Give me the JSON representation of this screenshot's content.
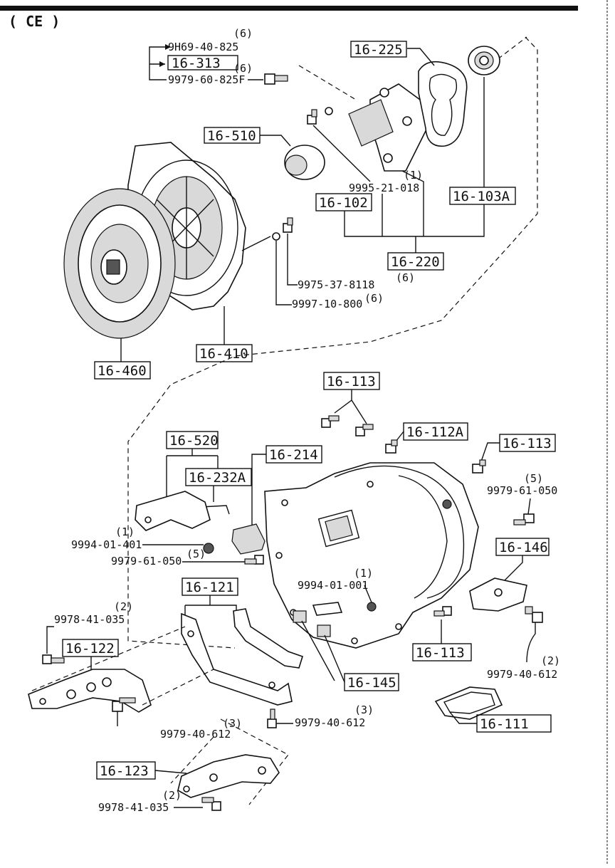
{
  "header": {
    "section": "( CE )"
  },
  "groups": {
    "upper": {
      "bolt_9h69": {
        "part": "9H69-40-825",
        "qty": "(6)"
      },
      "box_16_313": "16-313",
      "bolt_9979_60": {
        "part": "9979-60-825F",
        "qty": "(6)"
      },
      "box_16_225": "16-225",
      "box_16_510": "16-510",
      "box_16_102": "16-102",
      "bolt_9995": {
        "part": "9995-21-018",
        "qty": "(1)"
      },
      "box_16_103a": "16-103A",
      "box_16_220": "16-220",
      "bolt_9975": {
        "part": "9975-37-8118",
        "qty": "(6)"
      },
      "washer_9997": {
        "part": "9997-10-800",
        "qty": "(6)"
      },
      "box_16_410": "16-410",
      "box_16_460": "16-460"
    },
    "lower": {
      "box_16_113_top": "16-113",
      "box_16_112a": "16-112A",
      "box_16_113_right": "16-113",
      "box_16_520": "16-520",
      "box_16_214": "16-214",
      "box_16_232a": "16-232A",
      "bolt_9979_61_right": {
        "part": "9979-61-050",
        "qty": "(5)"
      },
      "nut_9994_01_401": {
        "part": "9994-01-401",
        "qty": "(1)"
      },
      "bolt_9979_61_left": {
        "part": "9979-61-050",
        "qty": "(5)"
      },
      "box_16_146": "16-146",
      "pin_9994_01_001": {
        "part": "9994-01-001",
        "qty": "(1)"
      },
      "box_16_121": "16-121",
      "bolt_9978_41_top": {
        "part": "9978-41-035",
        "qty": "(2)"
      },
      "box_16_122": "16-122",
      "box_16_113_bottom": "16-113",
      "bolt_9979_40_right": {
        "part": "9979-40-612",
        "qty": "(2)"
      },
      "box_16_145": "16-145",
      "bolt_9979_40_mid": {
        "part": "9979-40-612",
        "qty": "(3)"
      },
      "bolt_9979_40_left": {
        "part": "9979-40-612"
      },
      "box_16_111": "16-111",
      "box_16_123": "16-123",
      "bolt_9978_41_bottom": {
        "part": "9978-41-035",
        "qty": "(2)"
      }
    }
  }
}
